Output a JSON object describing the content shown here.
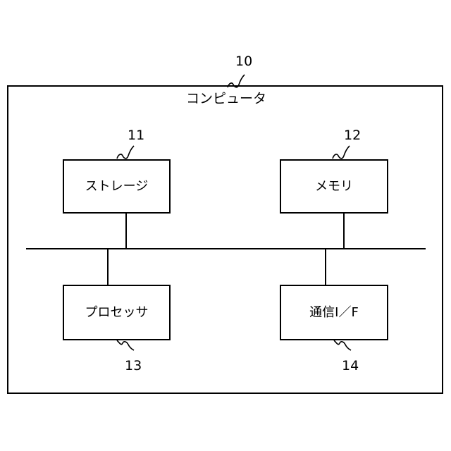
{
  "computer": {
    "ref": "10",
    "label": "コンピュータ"
  },
  "storage": {
    "ref": "11",
    "label": "ストレージ"
  },
  "memory": {
    "ref": "12",
    "label": "メモリ"
  },
  "processor": {
    "ref": "13",
    "label": "プロセッサ"
  },
  "comm_if": {
    "ref": "14",
    "label": "通信I／F"
  }
}
